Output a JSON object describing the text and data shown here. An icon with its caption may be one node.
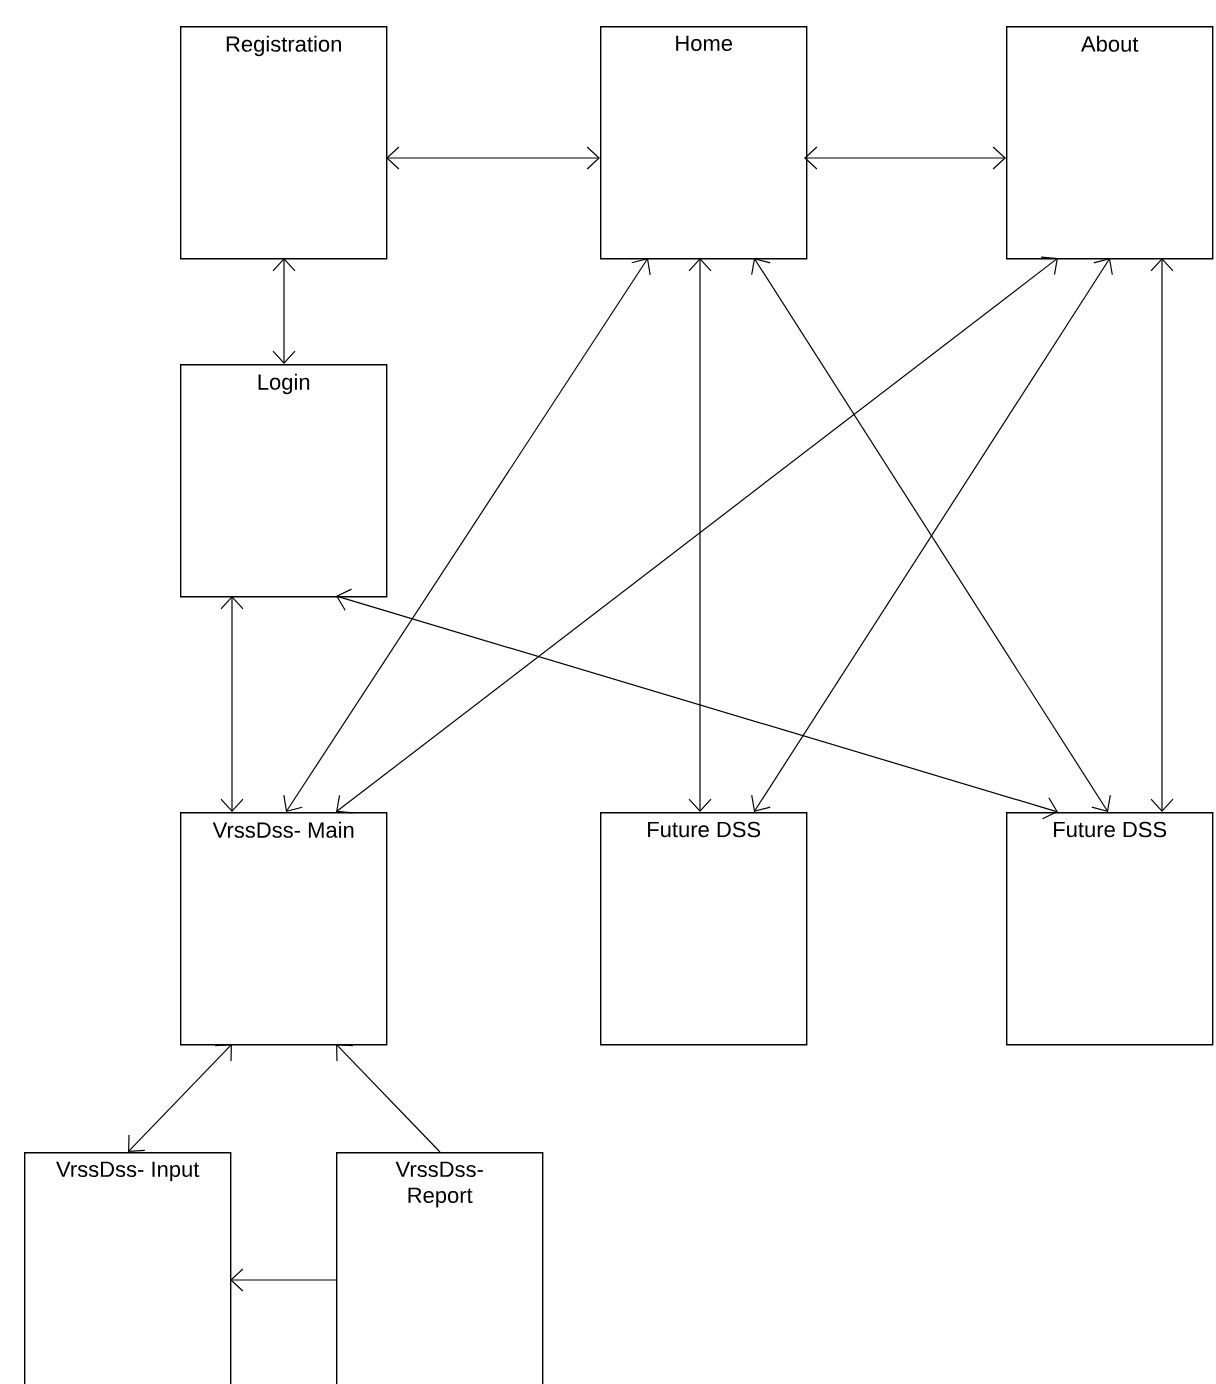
{
  "diagram": {
    "nodes": [
      {
        "text": [
          "Registration"
        ]
      },
      {
        "text": [
          "Home"
        ]
      },
      {
        "text": [
          "About"
        ]
      },
      {
        "text": [
          "Login"
        ]
      },
      {
        "text": [
          "VrssDss- Main"
        ]
      },
      {
        "text": [
          "Future DSS"
        ]
      },
      {
        "text": [
          "Future DSS"
        ]
      },
      {
        "text": [
          "VrssDss- Input"
        ]
      },
      {
        "text": [
          "VrssDss- Report"
        ]
      }
    ],
    "edges": [
      {
        "from": 0,
        "to": 1,
        "arrow": "both"
      },
      {
        "from": 1,
        "to": 2,
        "arrow": "both"
      },
      {
        "from": 0,
        "to": 3,
        "arrow": "both"
      },
      {
        "from": 3,
        "to": 4,
        "arrow": "both"
      },
      {
        "from": 1,
        "to": 4,
        "arrow": "both"
      },
      {
        "from": 1,
        "to": 5,
        "arrow": "both"
      },
      {
        "from": 1,
        "to": 6,
        "arrow": "both"
      },
      {
        "from": 2,
        "to": 4,
        "arrow": "both"
      },
      {
        "from": 2,
        "to": 5,
        "arrow": "both"
      },
      {
        "from": 2,
        "to": 6,
        "arrow": "both"
      },
      {
        "from": 3,
        "to": 6,
        "arrow": "both"
      },
      {
        "from": 4,
        "to": 7,
        "arrow": "both"
      },
      {
        "from": 8,
        "to": 4,
        "arrow": "to"
      },
      {
        "from": 8,
        "to": 7,
        "arrow": "to"
      }
    ]
  }
}
